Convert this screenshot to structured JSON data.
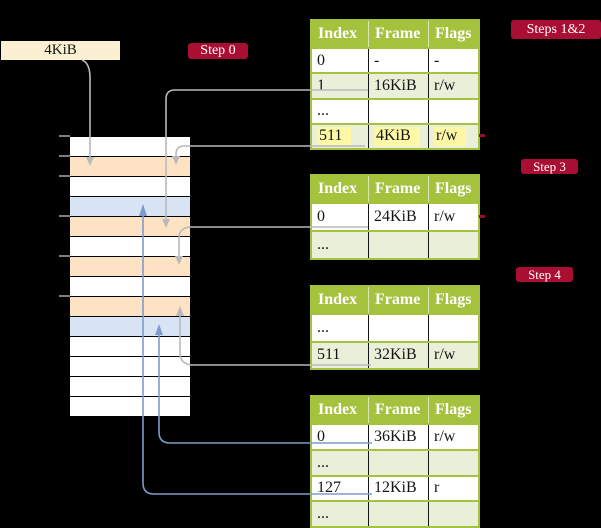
{
  "colors": {
    "bg": "#000000",
    "table-green": "#a4c23c",
    "row-green": "#e9efd8",
    "row-wheat": "#fde3c4",
    "row-blue": "#d8e4f4",
    "label-cream": "#fbf0d2",
    "badge-red": "#a90e33",
    "highlight-yellow": "#fdf7a6",
    "arrow-grey": "#b9b9bd",
    "arrow-blue": "#7e9ccb",
    "tick-grey": "#7d7d82"
  },
  "frame_label": "4KiB",
  "badges": {
    "step0": "Step 0",
    "steps12": "Steps 1&2",
    "step3": "Step 3",
    "step4": "Step 4"
  },
  "memory_stack": {
    "rows": [
      "white",
      "wheat",
      "white",
      "blue",
      "wheat",
      "white",
      "wheat",
      "white",
      "wheat",
      "blue",
      "white",
      "white",
      "white",
      "white"
    ]
  },
  "tables": {
    "headers": [
      "Index",
      "Frame",
      "Flags"
    ],
    "t1": {
      "rows": [
        {
          "index": "0",
          "frame": "-",
          "flags": "-"
        },
        {
          "index": "1",
          "frame": "16KiB",
          "flags": "r/w"
        },
        {
          "index": "...",
          "frame": "",
          "flags": ""
        },
        {
          "index": "511",
          "frame": "4KiB",
          "flags": "r/w"
        }
      ]
    },
    "t2": {
      "rows": [
        {
          "index": "0",
          "frame": "24KiB",
          "flags": "r/w"
        },
        {
          "index": "...",
          "frame": "",
          "flags": ""
        }
      ]
    },
    "t3": {
      "rows": [
        {
          "index": "...",
          "frame": "",
          "flags": ""
        },
        {
          "index": "511",
          "frame": "32KiB",
          "flags": "r/w"
        }
      ]
    },
    "t4": {
      "rows": [
        {
          "index": "0",
          "frame": "36KiB",
          "flags": "r/w"
        },
        {
          "index": "...",
          "frame": "",
          "flags": ""
        },
        {
          "index": "127",
          "frame": "12KiB",
          "flags": "r"
        },
        {
          "index": "...",
          "frame": "",
          "flags": ""
        }
      ]
    }
  }
}
